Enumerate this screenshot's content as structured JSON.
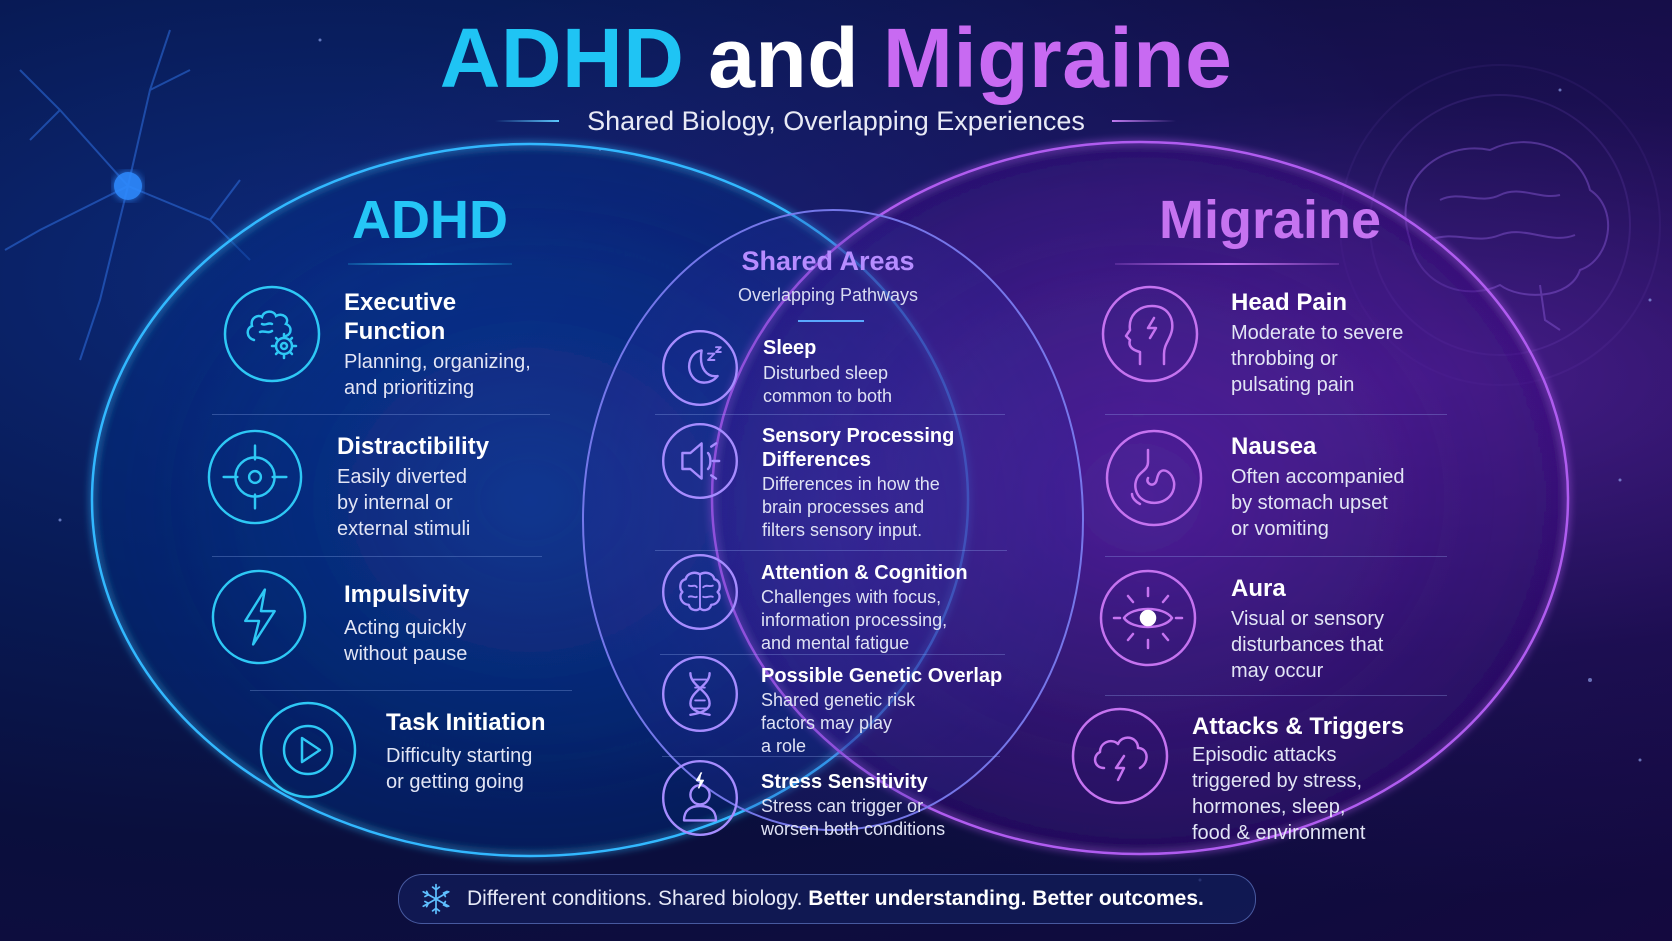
{
  "title": {
    "part1": "ADHD",
    "part2": "and",
    "part3": "Migraine"
  },
  "subtitle": "Shared Biology, Overlapping Experiences",
  "colors": {
    "adhd_accent": "#25c6f6",
    "migraine_accent": "#c573f0",
    "shared_accent": "#b68cff"
  },
  "adhd": {
    "heading": "ADHD",
    "items": [
      {
        "icon": "brain-gear-icon",
        "title": "Executive\nFunction",
        "desc": "Planning, organizing,\nand prioritizing"
      },
      {
        "icon": "target-icon",
        "title": "Distractibility",
        "desc": "Easily diverted\nby internal or\nexternal stimuli"
      },
      {
        "icon": "lightning-bolt-icon",
        "title": "Impulsivity",
        "desc": "Acting quickly\nwithout pause"
      },
      {
        "icon": "play-button-icon",
        "title": "Task Initiation",
        "desc": "Difficulty starting\nor getting going"
      }
    ]
  },
  "shared": {
    "heading": "Shared Areas",
    "subheading": "Overlapping Pathways",
    "items": [
      {
        "icon": "moon-sleep-icon",
        "title": "Sleep",
        "desc": "Disturbed sleep\ncommon to both"
      },
      {
        "icon": "speaker-icon",
        "title": "Sensory Processing\nDifferences",
        "desc": "Differences in how the\nbrain processes and\nfilters sensory input."
      },
      {
        "icon": "brain-icon",
        "title": "Attention & Cognition",
        "desc": "Challenges with focus,\ninformation processing,\nand mental fatigue"
      },
      {
        "icon": "dna-icon",
        "title": "Possible Genetic Overlap",
        "desc": "Shared genetic risk\nfactors may play\na role"
      },
      {
        "icon": "stressed-person-icon",
        "title": "Stress Sensitivity",
        "desc": "Stress can trigger or\nworsen both conditions"
      }
    ]
  },
  "migraine": {
    "heading": "Migraine",
    "items": [
      {
        "icon": "head-pain-icon",
        "title": "Head Pain",
        "desc": "Moderate to severe\nthrobbing or\npulsating pain"
      },
      {
        "icon": "stomach-icon",
        "title": "Nausea",
        "desc": "Often accompanied\nby stomach upset\nor vomiting"
      },
      {
        "icon": "eye-aura-icon",
        "title": "Aura",
        "desc": "Visual or sensory\ndisturbances that\nmay occur"
      },
      {
        "icon": "storm-cloud-icon",
        "title": "Attacks & Triggers",
        "desc": "Episodic attacks\ntriggered by stress,\nhormones, sleep,\nfood & environment"
      }
    ]
  },
  "footer": {
    "icon": "snowflake-icon",
    "plain": "Different conditions. Shared biology.",
    "bold": "Better understanding. Better outcomes."
  }
}
